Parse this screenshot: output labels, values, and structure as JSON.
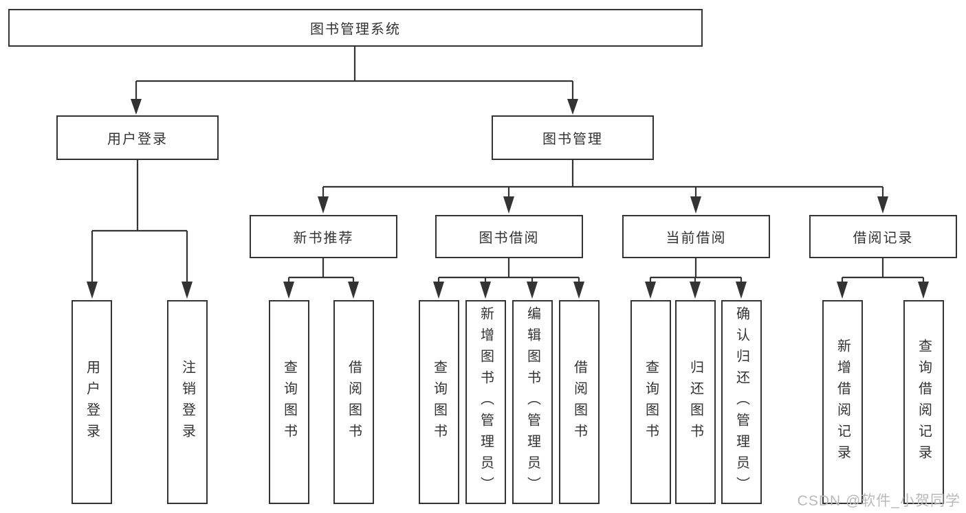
{
  "diagram": {
    "root": {
      "label": "图书管理系统"
    },
    "level2": [
      {
        "label": "用户登录"
      },
      {
        "label": "图书管理"
      }
    ],
    "level3": [
      {
        "label": "新书推荐"
      },
      {
        "label": "图书借阅"
      },
      {
        "label": "当前借阅"
      },
      {
        "label": "借阅记录"
      }
    ],
    "leaves": {
      "user_login": [
        "用户登录",
        "注销登录"
      ],
      "new_book": [
        "查询图书",
        "借阅图书"
      ],
      "book_borrow": [
        "查询图书",
        "新增图书（管理员）",
        "编辑图书（管理员）",
        "借阅图书"
      ],
      "current_borrow": [
        "查询图书",
        "归还图书",
        "确认归还（管理员）"
      ],
      "borrow_records": [
        "新增借阅记录",
        "查询借阅记录"
      ]
    }
  },
  "watermark": {
    "text": "CSDN @软件_小贺同学"
  },
  "colors": {
    "line": "#333333",
    "box_border": "#333333",
    "box_fill": "#ffffff",
    "text": "#333333",
    "watermark": "#b9b9b9",
    "background": "#ffffff"
  }
}
